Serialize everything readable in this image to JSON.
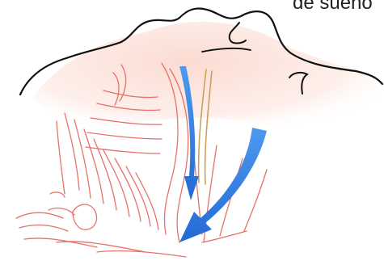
{
  "caption": "de sueño",
  "colors": {
    "outline": "#111111",
    "skin": "#fde8e1",
    "muscle": "#e8706a",
    "nerve": "#c9a25a",
    "arrow": "#2f7fe0",
    "text": "#222222"
  },
  "structures": [
    {
      "name": "face-outline"
    },
    {
      "name": "muscle-fibers"
    },
    {
      "name": "nerve-strand"
    },
    {
      "name": "airflow-arrows"
    }
  ]
}
